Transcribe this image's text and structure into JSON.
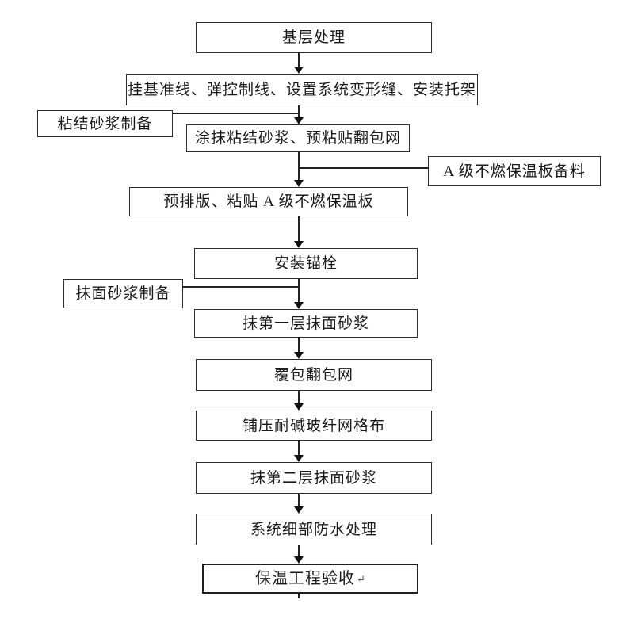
{
  "colors": {
    "background": "#ffffff",
    "line": "#222222",
    "box_border": "#2d2d2d",
    "text": "#1a1a1a"
  },
  "flow": {
    "steps": [
      {
        "id": "base-treatment",
        "label": "基层处理"
      },
      {
        "id": "datum-control-lines",
        "label": "挂基准线、弹控制线、设置系统变形缝、安装托架"
      },
      {
        "id": "apply-bonding-mortar",
        "label": "涂抹粘结砂浆、预粘贴翻包网"
      },
      {
        "id": "pre-layout-paste-boards",
        "label": "预排版、粘贴 A 级不燃保温板"
      },
      {
        "id": "install-anchor-bolts",
        "label": "安装锚栓"
      },
      {
        "id": "first-rendering-coat",
        "label": "抹第一层抹面砂浆"
      },
      {
        "id": "cover-turnup-mesh",
        "label": "覆包翻包网"
      },
      {
        "id": "lay-press-fiberglass-mesh",
        "label": "铺压耐碱玻纤网格布"
      },
      {
        "id": "second-rendering-coat",
        "label": "抹第二层抹面砂浆"
      },
      {
        "id": "system-detail-waterproofing",
        "label": "系统细部防水处理"
      },
      {
        "id": "insulation-acceptance",
        "label": "保温工程验收",
        "paragraph_mark": "↵"
      }
    ],
    "side_inputs": [
      {
        "id": "bonding-mortar-preparation",
        "label": "粘结砂浆制备",
        "side": "left",
        "feeds_step": "apply-bonding-mortar"
      },
      {
        "id": "class-a-board-material-preparation",
        "label": "A 级不燃保温板备料",
        "side": "right",
        "feeds_step": "pre-layout-paste-boards"
      },
      {
        "id": "rendering-mortar-preparation",
        "label": "抹面砂浆制备",
        "side": "left",
        "feeds_step": "first-rendering-coat"
      }
    ]
  }
}
